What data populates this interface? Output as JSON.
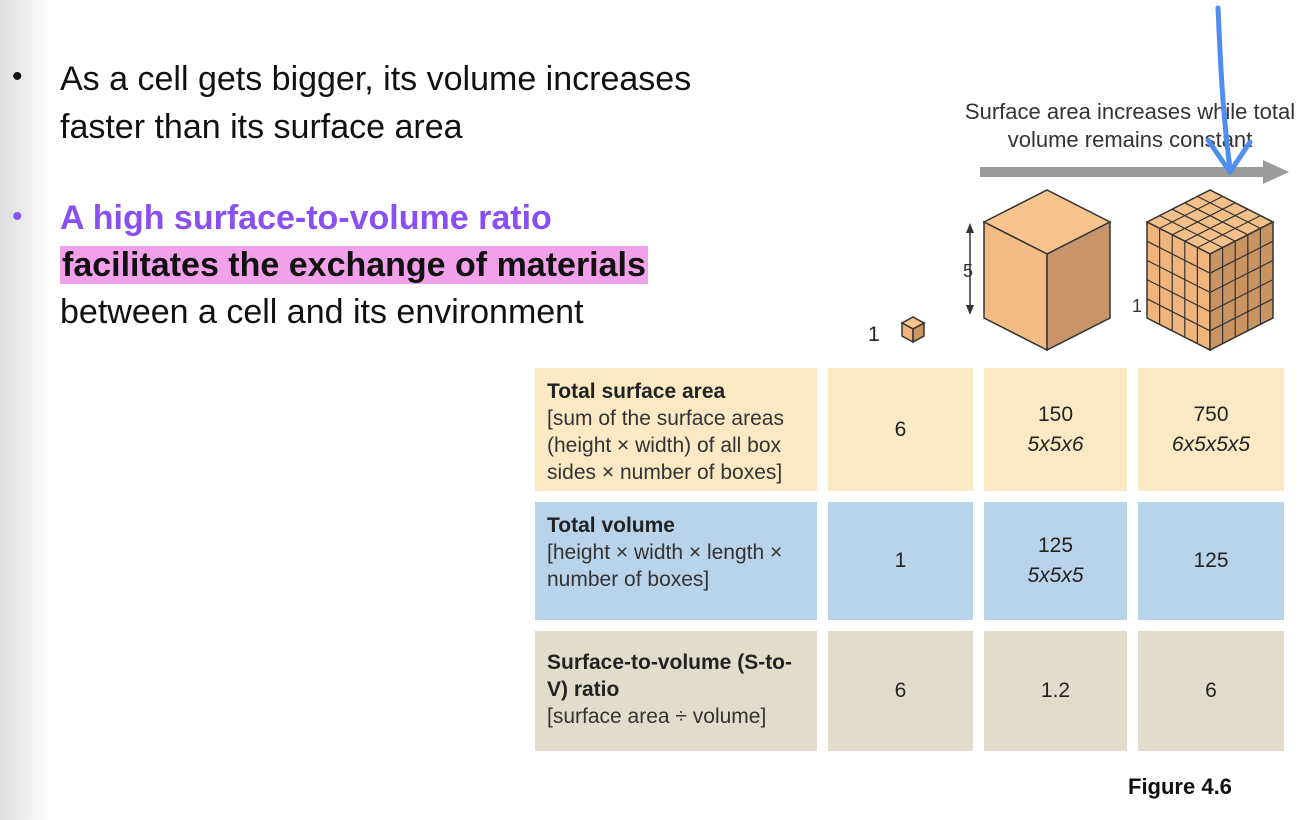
{
  "bullets": [
    {
      "symbol": "•",
      "text": "As a cell gets bigger, its volume increases faster than its surface area"
    },
    {
      "symbol": "•",
      "text_purple": "A high surface-to-volume ratio",
      "text_highlight": "facilitates the exchange of materials",
      "text_rest": "between a cell and its environment"
    }
  ],
  "diagram": {
    "caption": "Surface area increases while total volume remains constant",
    "small_cube_label": "1",
    "large_cube_label": "5",
    "many_cubes_label": "1"
  },
  "table": {
    "rows": [
      {
        "title": "Total surface area",
        "desc": "[sum of the surface areas (height × width) of all box sides × number of boxes]",
        "cells": [
          {
            "value": "6",
            "note": ""
          },
          {
            "value": "150",
            "note": "5x5x6"
          },
          {
            "value": "750",
            "note": "6x5x5x5"
          }
        ]
      },
      {
        "title": "Total volume",
        "desc": "[height × width × length × number of boxes]",
        "cells": [
          {
            "value": "1",
            "note": ""
          },
          {
            "value": "125",
            "note": "5x5x5"
          },
          {
            "value": "125",
            "note": ""
          }
        ]
      },
      {
        "title": "Surface-to-volume (S-to-V) ratio",
        "desc": "[surface area ÷ volume]",
        "cells": [
          {
            "value": "6",
            "note": ""
          },
          {
            "value": "1.2",
            "note": ""
          },
          {
            "value": "6",
            "note": ""
          }
        ]
      }
    ]
  },
  "figure_label": "Figure 4.6",
  "colors": {
    "purple": "#8a4ff0",
    "highlight": "#f2a0ea",
    "surface_row": "#fbe9c4",
    "volume_row": "#b8d3ea",
    "ratio_row": "#e1ddca",
    "annotation": "#4f8ef0"
  }
}
